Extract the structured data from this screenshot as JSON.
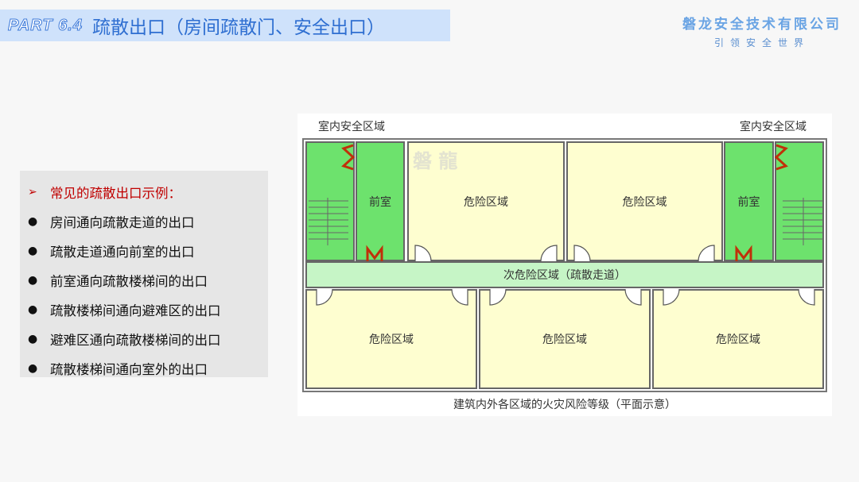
{
  "header": {
    "part": "PART 6.4",
    "title": "疏散出口（房间疏散门、安全出口）"
  },
  "company": {
    "name": "磐龙安全技术有限公司",
    "slogan": "引领安全世界"
  },
  "panel": {
    "heading": "常见的疏散出口示例：",
    "items": [
      "房间通向疏散走道的出口",
      "疏散走道通向前室的出口",
      "前室通向疏散楼梯间的出口",
      "疏散楼梯间通向避难区的出口",
      "避难区通向疏散楼梯间的出口",
      "疏散楼梯间通向室外的出口"
    ]
  },
  "diagram": {
    "safe_zone_left": "室内安全区域",
    "safe_zone_right": "室内安全区域",
    "anteroom": "前室",
    "danger": "危险区域",
    "corridor": "次危险区域（疏散走道）",
    "caption": "建筑内外各区域的火灾风险等级（平面示意）",
    "watermark": "磐 龍"
  }
}
